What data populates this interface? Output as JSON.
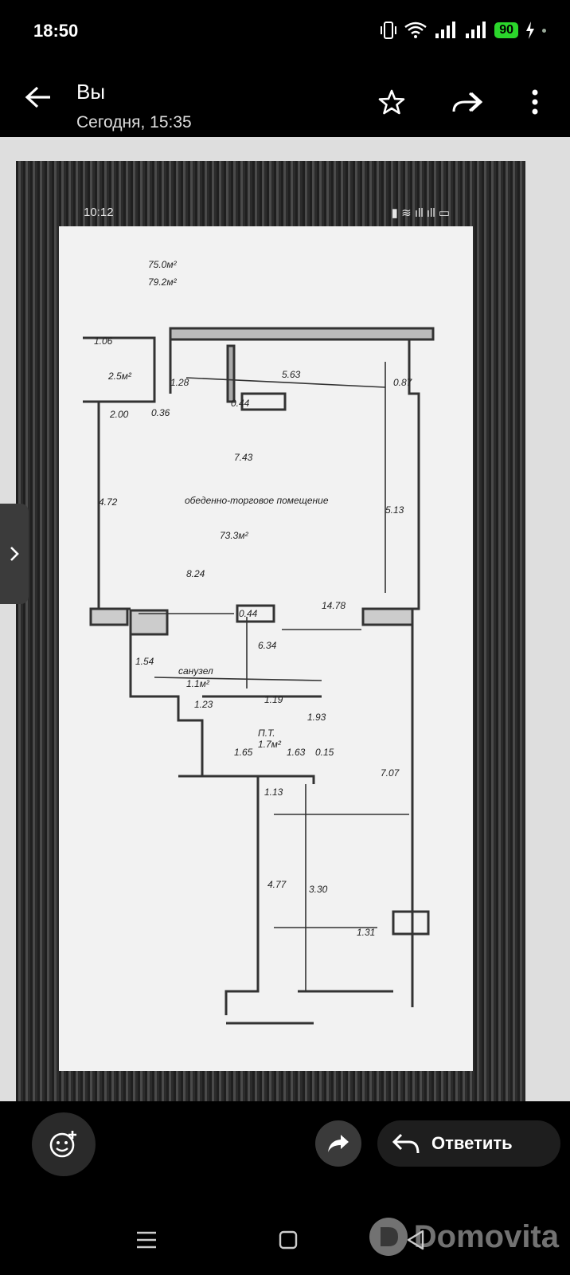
{
  "status_bar": {
    "time": "18:50",
    "battery": "90"
  },
  "header": {
    "title": "Вы",
    "subtitle": "Сегодня, 15:35"
  },
  "photo": {
    "phone_time": "10:12",
    "floor_plan": {
      "area_1": "75.0м²",
      "area_2": "79.2м²",
      "main_room_area": "73.3м²",
      "main_room_label": "обеденно-торговое помещение",
      "bathroom_label": "санузел",
      "bathroom_area": "1.1м²",
      "storage_label": "П.Т.",
      "storage_area": "1.7м²",
      "room_small_area": "2.5м²",
      "dimensions": [
        "5.63",
        "0.87",
        "7.43",
        "0.44",
        "4.72",
        "8.24",
        "5.13",
        "2.00",
        "0.44",
        "14.78",
        "6.34",
        "1.54",
        "1.23",
        "1.19",
        "1.93",
        "1.65",
        "1.63",
        "0.15",
        "1.13",
        "7.07",
        "4.77",
        "3.30",
        "1.31",
        "1.28",
        "0.36",
        "1.06"
      ]
    }
  },
  "toolbar": {
    "reply_label": "Ответить"
  },
  "watermark": {
    "text": "Domovita"
  },
  "icons": {
    "back": "arrow-left-icon",
    "star": "star-icon",
    "forward": "forward-icon",
    "more": "more-vert-icon",
    "emoji": "emoji-add-icon",
    "share": "share-icon",
    "reply": "reply-icon"
  },
  "colors": {
    "battery": "#2bd62b",
    "background": "#000000"
  }
}
